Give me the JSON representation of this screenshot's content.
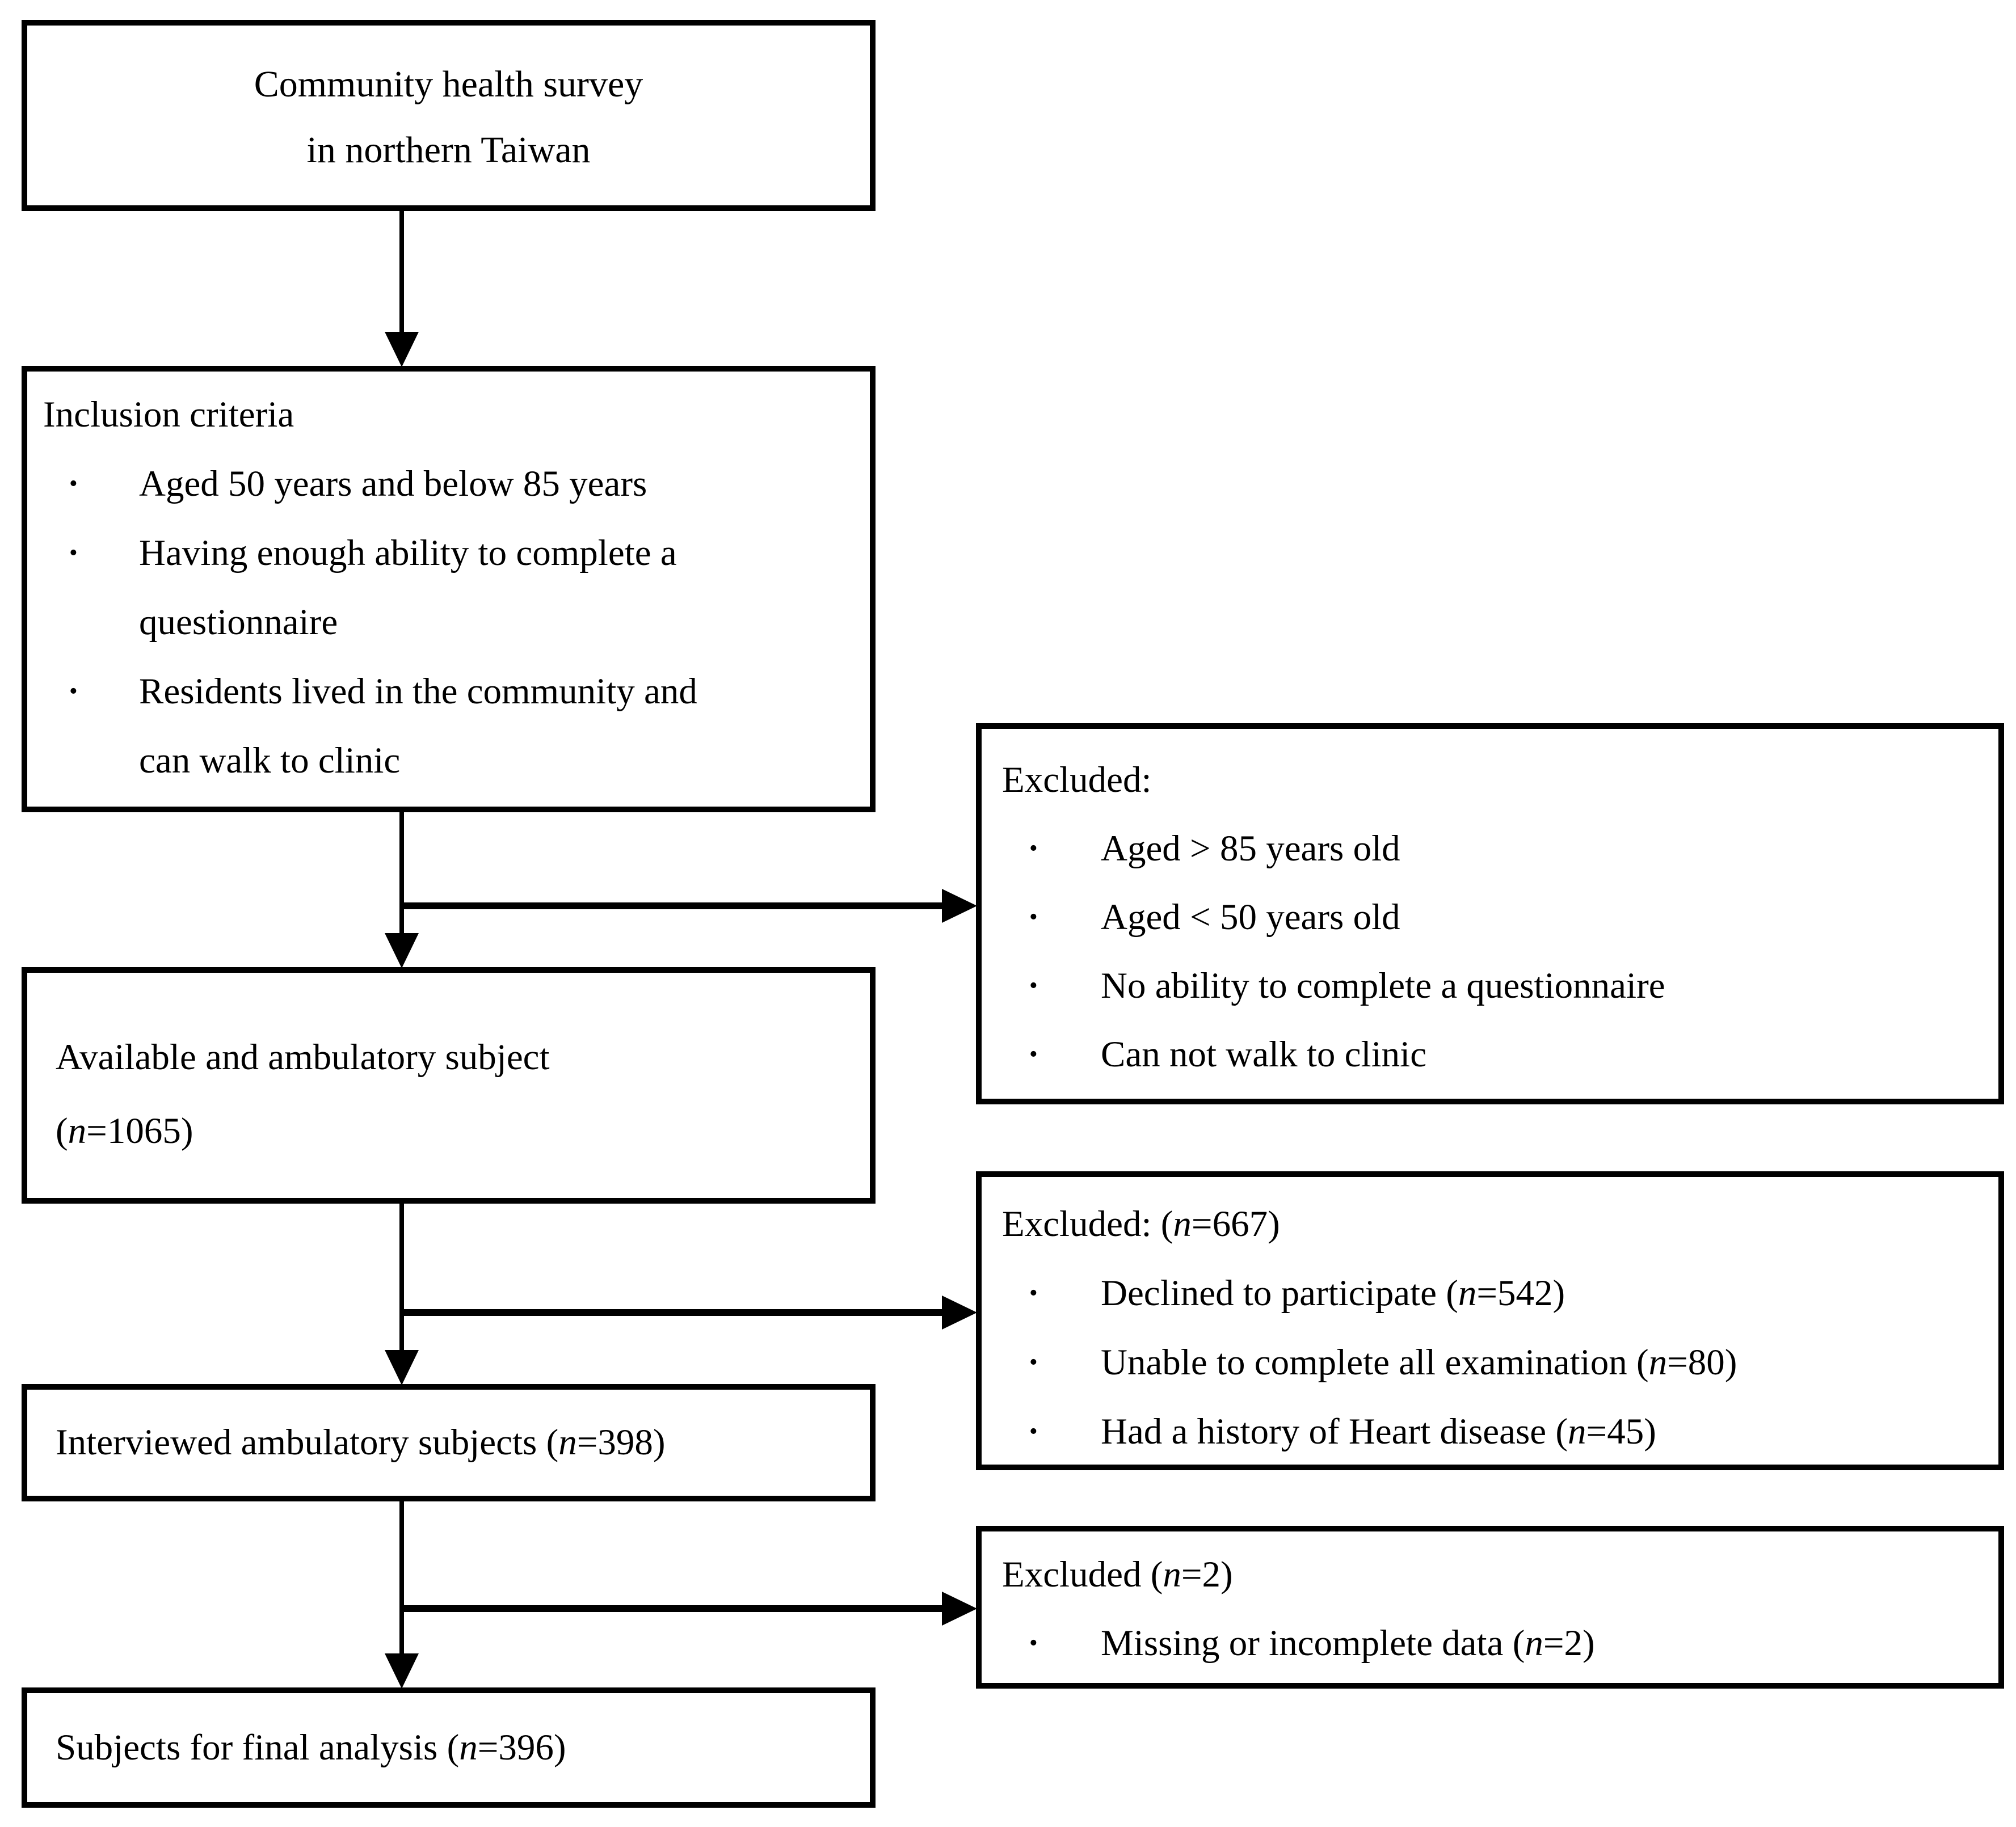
{
  "palette": {
    "ink": "#000000",
    "paper": "#ffffff"
  },
  "bullet_char": "•",
  "boxes": {
    "survey": {
      "line1": "Community health survey",
      "line2": "in northern Taiwan"
    },
    "inclusion": {
      "title": "Inclusion criteria",
      "bullet1_line1": "Aged 50 years and below 85 years",
      "bullet2_line1": "Having enough ability to complete a",
      "bullet2_line2": "questionnaire",
      "bullet3_line1": "Residents lived in the community and",
      "bullet3_line2": "can walk to clinic"
    },
    "excluded1": {
      "title": "Excluded:",
      "bullets": [
        "Aged > 85 years old",
        "Aged < 50 years old",
        "No ability to complete a questionnaire",
        "Can not walk to clinic"
      ]
    },
    "available": {
      "line1": "Available and ambulatory subject",
      "line2": "(n=1065)"
    },
    "excluded2": {
      "title": "Excluded: (n=667)",
      "bullets": [
        "Declined to participate (n=542)",
        "Unable to complete all examination (n=80)",
        "Had a history of Heart disease (n=45)"
      ]
    },
    "interviewed": {
      "line1": "Interviewed ambulatory subjects (n=398)"
    },
    "excluded3": {
      "title": "Excluded (n=2)",
      "bullets": [
        "Missing or incomplete data (n=2)"
      ]
    },
    "final": {
      "line1": "Subjects for final analysis (n=396)"
    }
  }
}
